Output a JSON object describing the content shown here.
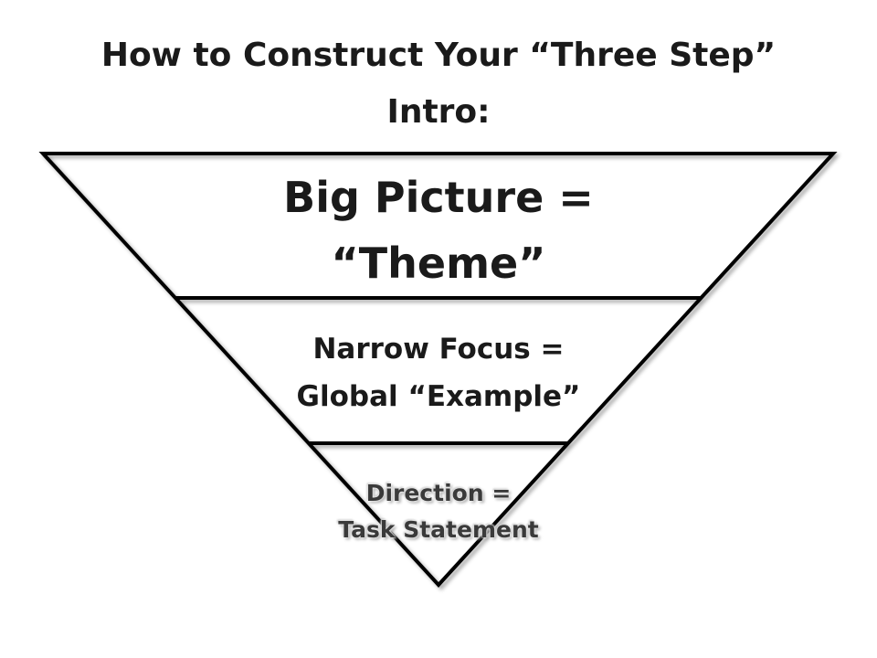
{
  "title": {
    "line1": "How to Construct Your “Three Step”",
    "line2": "Intro:"
  },
  "layers": [
    {
      "line1": "Big Picture =",
      "line2": "“Theme”"
    },
    {
      "line1": "Narrow Focus =",
      "line2": "Global “Example”"
    },
    {
      "line1": "Direction =",
      "line2": "Task Statement"
    }
  ],
  "colors": {
    "text": "#1a1a1a",
    "line": "#000000",
    "background": "#ffffff"
  }
}
